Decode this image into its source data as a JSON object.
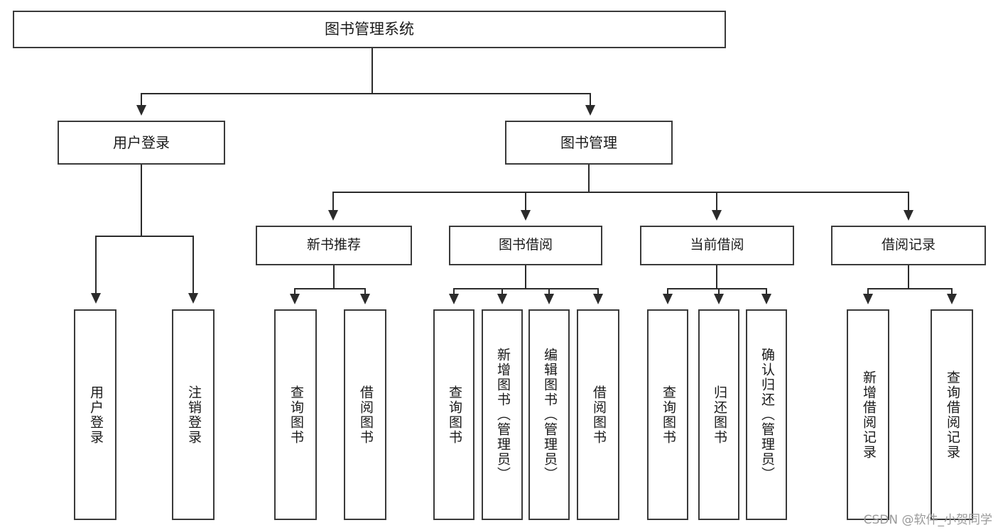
{
  "diagram": {
    "title": "图书管理系统",
    "type": "tree",
    "root": {
      "id": "root",
      "label": "图书管理系统"
    },
    "level2": [
      {
        "id": "user-login",
        "label": "用户登录"
      },
      {
        "id": "book-manage",
        "label": "图书管理"
      }
    ],
    "level3": [
      {
        "id": "new-book-recommend",
        "label": "新书推荐",
        "parent": "book-manage"
      },
      {
        "id": "book-borrow",
        "label": "图书借阅",
        "parent": "book-manage"
      },
      {
        "id": "current-borrow",
        "label": "当前借阅",
        "parent": "book-manage"
      },
      {
        "id": "borrow-record",
        "label": "借阅记录",
        "parent": "book-manage"
      }
    ],
    "leaves": [
      {
        "id": "leaf-user-login",
        "label": "用户登录",
        "parent": "user-login"
      },
      {
        "id": "leaf-user-logout",
        "label": "注销登录",
        "parent": "user-login"
      },
      {
        "id": "leaf-query-book-1",
        "label": "查询图书",
        "parent": "new-book-recommend"
      },
      {
        "id": "leaf-borrow-book-1",
        "label": "借阅图书",
        "parent": "new-book-recommend"
      },
      {
        "id": "leaf-query-book-2",
        "label": "查询图书",
        "parent": "book-borrow"
      },
      {
        "id": "leaf-add-book",
        "label": "新增图书（管理员）",
        "parent": "book-borrow"
      },
      {
        "id": "leaf-edit-book",
        "label": "编辑图书（管理员）",
        "parent": "book-borrow"
      },
      {
        "id": "leaf-borrow-book-2",
        "label": "借阅图书",
        "parent": "book-borrow"
      },
      {
        "id": "leaf-query-book-3",
        "label": "查询图书",
        "parent": "current-borrow"
      },
      {
        "id": "leaf-return-book",
        "label": "归还图书",
        "parent": "current-borrow"
      },
      {
        "id": "leaf-confirm-return",
        "label": "确认归还（管理员）",
        "parent": "current-borrow"
      },
      {
        "id": "leaf-add-record",
        "label": "新增借阅记录",
        "parent": "borrow-record"
      },
      {
        "id": "leaf-query-record",
        "label": "查询借阅记录",
        "parent": "borrow-record"
      }
    ]
  },
  "watermark": {
    "text": "CSDN @软件_小贺同学"
  },
  "colors": {
    "box_border": "#3a3a3a",
    "connector": "#2b2b2b",
    "background": "#ffffff",
    "watermark": "#9a9a9a"
  }
}
